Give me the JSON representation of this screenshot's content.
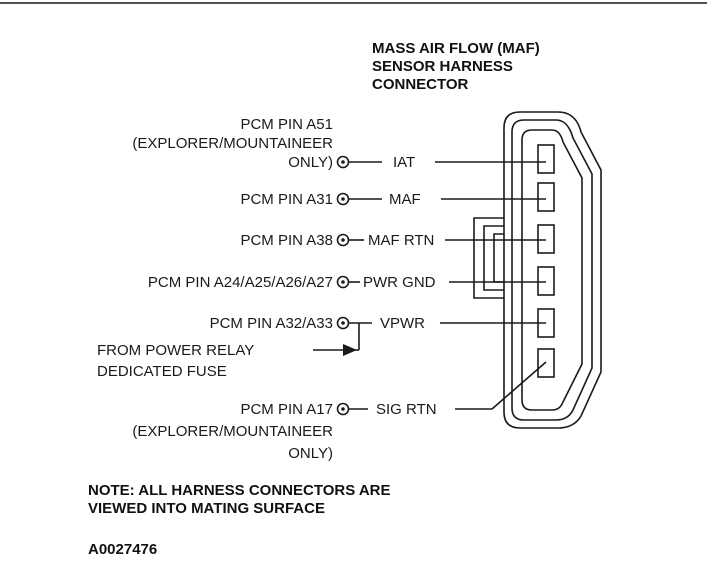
{
  "connector_title": [
    "MASS AIR FLOW (MAF)",
    "SENSOR HARNESS",
    "CONNECTOR"
  ],
  "pins": [
    {
      "pcm": [
        "PCM PIN A51",
        "(EXPLORER/MOUNTAINEER",
        "ONLY)"
      ],
      "signal": "IAT"
    },
    {
      "pcm": [
        "PCM PIN A31"
      ],
      "signal": "MAF"
    },
    {
      "pcm": [
        "PCM PIN A38"
      ],
      "signal": "MAF RTN"
    },
    {
      "pcm": [
        "PCM PIN A24/A25/A26/A27"
      ],
      "signal": "PWR GND"
    },
    {
      "pcm": [
        "PCM PIN A32/A33"
      ],
      "signal": "VPWR"
    },
    {
      "pcm": [
        "PCM PIN A17",
        "(EXPLORER/MOUNTAINEER",
        "ONLY)"
      ],
      "signal": "SIG RTN"
    }
  ],
  "power_source": [
    "FROM POWER RELAY",
    "DEDICATED FUSE"
  ],
  "note": [
    "NOTE: ALL HARNESS CONNECTORS ARE",
    "VIEWED INTO MATING SURFACE"
  ],
  "figure_id": "A0027476"
}
